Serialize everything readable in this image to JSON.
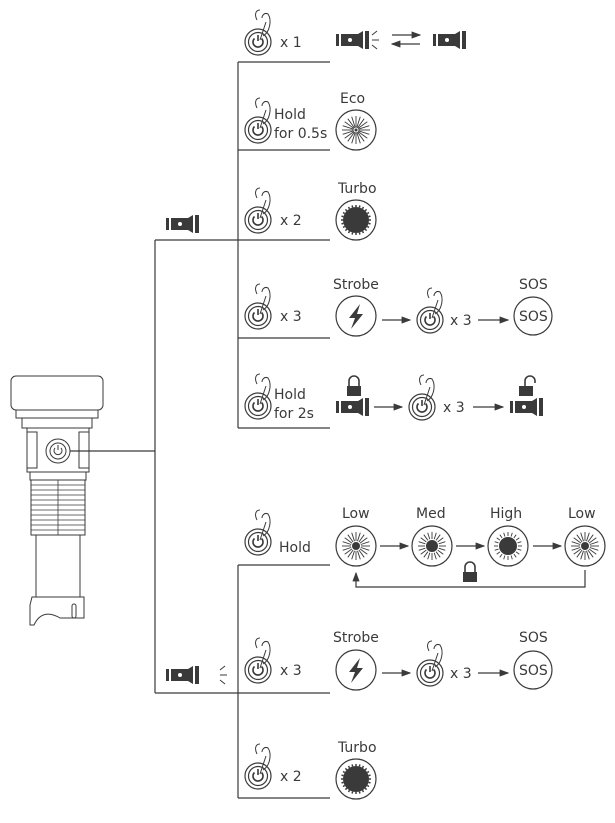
{
  "colors": {
    "ink": "#3a3a3a",
    "line": "#3a3a3a",
    "background": "#ffffff"
  },
  "branches": {
    "off_state": {
      "icon": "flashlight-off-icon",
      "rows": [
        {
          "action": "x 1",
          "icon": "power-button-press-icon",
          "result": "toggle on/off",
          "result_icons": [
            "flashlight-on-icon",
            "toggle-arrows-icon",
            "flashlight-off-icon"
          ]
        },
        {
          "action_line1": "Hold",
          "action_line2": "for 0.5s",
          "mode": "Eco"
        },
        {
          "action": "x 2",
          "mode": "Turbo"
        },
        {
          "action": "x 3",
          "mode": "Strobe",
          "then_action": "x 3",
          "then_mode": "SOS",
          "sos_text": "SOS"
        },
        {
          "action_line1": "Hold",
          "action_line2": "for 2s",
          "then_action": "x 3",
          "start_icon": "locked-flashlight-icon",
          "end_icon": "unlocked-flashlight-icon"
        }
      ]
    },
    "on_state": {
      "icon": "flashlight-on-icon",
      "rows": [
        {
          "action": "Hold",
          "cycle": [
            "Low",
            "Med",
            "High",
            "Low"
          ],
          "loop_icon": "lock-icon"
        },
        {
          "action": "x 3",
          "mode": "Strobe",
          "then_action": "x 3",
          "then_mode": "SOS",
          "sos_text": "SOS"
        },
        {
          "action": "x 2",
          "mode": "Turbo"
        }
      ]
    }
  }
}
